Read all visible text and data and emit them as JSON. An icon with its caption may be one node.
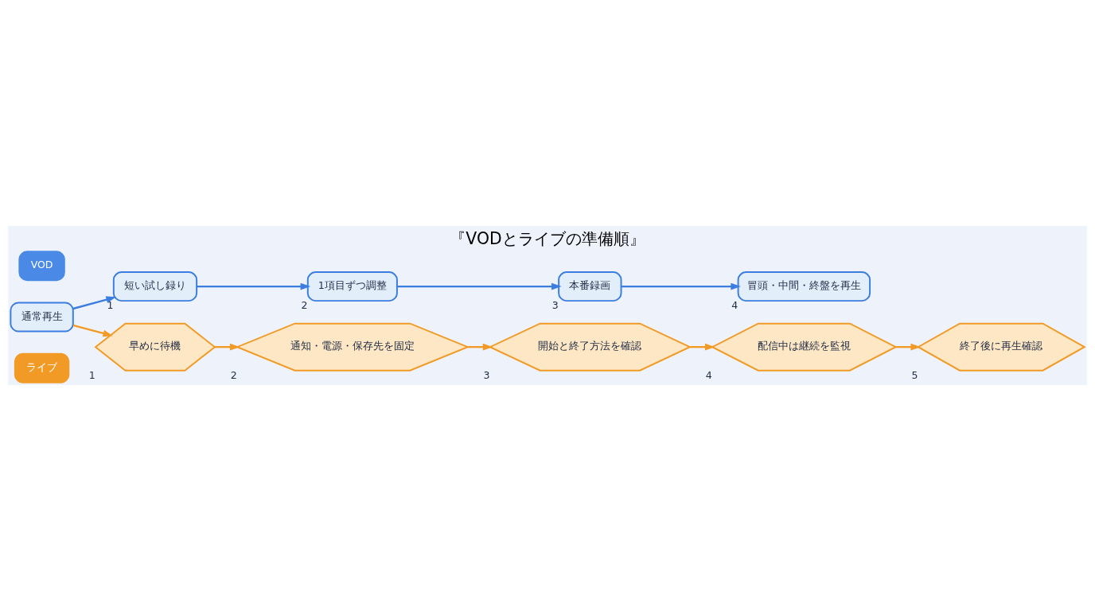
{
  "diagram": {
    "title": "『VODとライブの準備順』",
    "nodes": [
      {
        "text": [
          "VOD"
        ]
      },
      {
        "text": [
          "通常再生"
        ]
      },
      {
        "text": [
          "短い試し録り"
        ],
        "beside": [
          "1"
        ]
      },
      {
        "text": [
          "1項目ずつ調整"
        ],
        "beside": [
          "2"
        ]
      },
      {
        "text": [
          "本番録画"
        ],
        "beside": [
          "3"
        ]
      },
      {
        "text": [
          "冒頭・中間・終盤を再生"
        ],
        "beside": [
          "4"
        ]
      },
      {
        "text": [
          "早めに待機"
        ],
        "beside": [
          "1"
        ]
      },
      {
        "text": [
          "通知・電源・保存先を固定"
        ],
        "beside": [
          "2"
        ]
      },
      {
        "text": [
          "開始と終了方法を確認"
        ],
        "beside": [
          "3"
        ]
      },
      {
        "text": [
          "配信中は継続を監視"
        ],
        "beside": [
          "4"
        ]
      },
      {
        "text": [
          "終了後に再生確認"
        ],
        "beside": [
          "5"
        ]
      },
      {
        "text": [
          "ライブ"
        ]
      }
    ],
    "edges": [
      {
        "from": 1,
        "to": 2,
        "arrow": "to",
        "color": "#3b7de0"
      },
      {
        "from": 2,
        "to": 3,
        "arrow": "to",
        "color": "#3b7de0"
      },
      {
        "from": 3,
        "to": 4,
        "arrow": "to",
        "color": "#3b7de0"
      },
      {
        "from": 4,
        "to": 5,
        "arrow": "to",
        "color": "#3b7de0"
      },
      {
        "from": 1,
        "to": 6,
        "arrow": "to",
        "color": "#f29a26"
      },
      {
        "from": 6,
        "to": 7,
        "arrow": "to",
        "color": "#f29a26"
      },
      {
        "from": 7,
        "to": 8,
        "arrow": "to",
        "color": "#f29a26"
      },
      {
        "from": 8,
        "to": 9,
        "arrow": "to",
        "color": "#f29a26"
      },
      {
        "from": 9,
        "to": 10,
        "arrow": "to",
        "color": "#f29a26"
      }
    ]
  }
}
